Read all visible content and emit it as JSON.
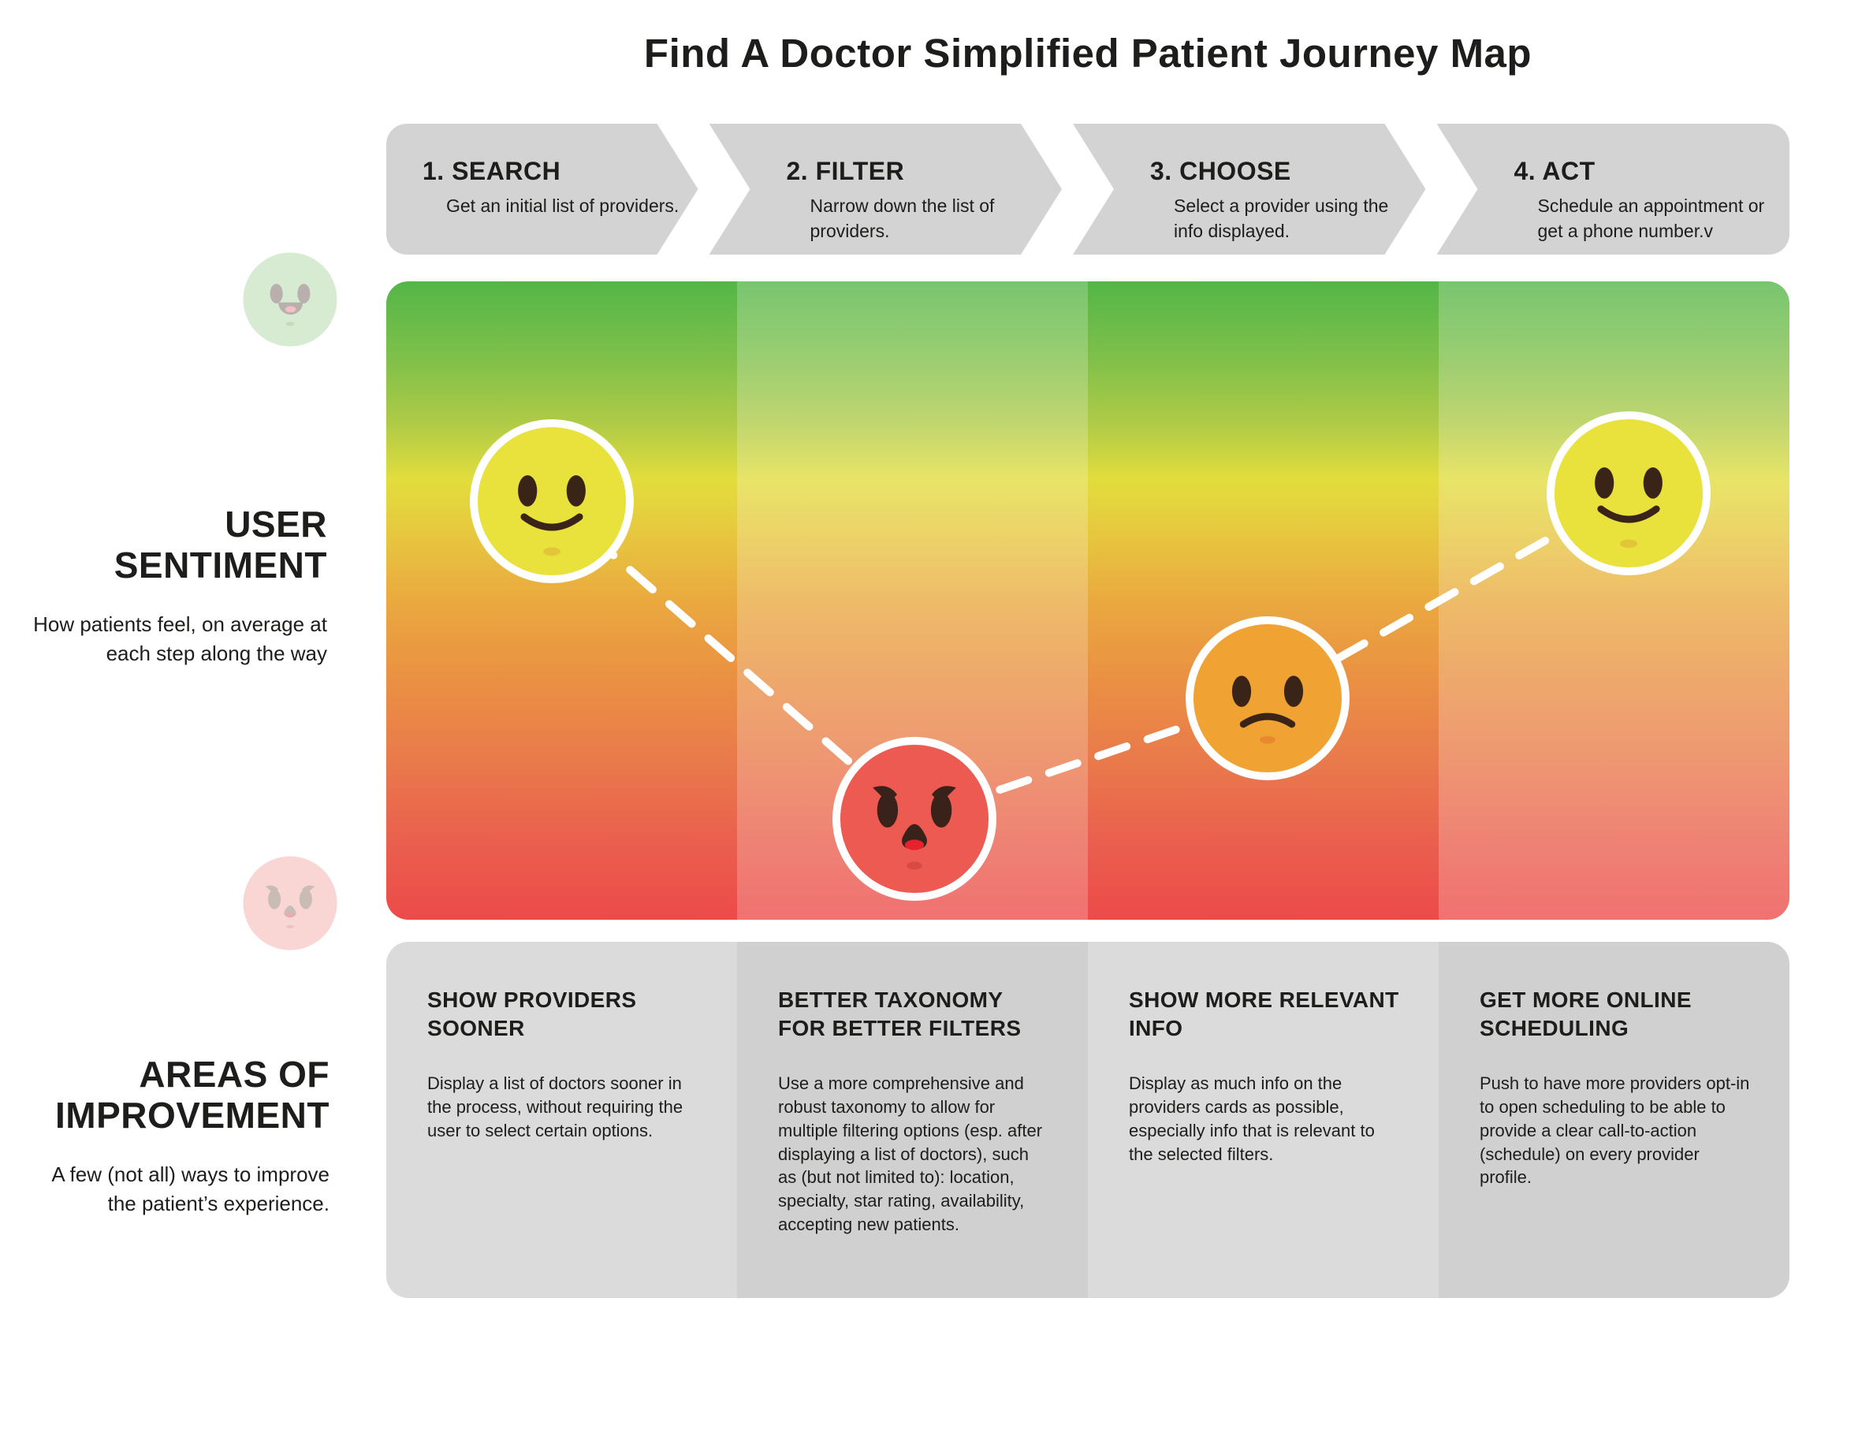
{
  "title": "Find A Doctor Simplified Patient Journey Map",
  "steps": [
    {
      "label": "1. SEARCH",
      "description": "Get an initial list of providers."
    },
    {
      "label": "2. FILTER",
      "description": "Narrow down the list of providers."
    },
    {
      "label": "3. CHOOSE",
      "description": "Select a provider using the info displayed."
    },
    {
      "label": "4. ACT",
      "description": "Schedule an appointment or get a phone number.v"
    }
  ],
  "sentiment": {
    "heading": "USER SENTIMENT",
    "subheading": "How patients feel, on average at each step along the way",
    "scale_top_icon": "happy-face",
    "scale_bottom_icon": "angry-face",
    "curve": [
      {
        "step": "1. SEARCH",
        "mood": "happy",
        "face_color": "#e9e13c"
      },
      {
        "step": "2. FILTER",
        "mood": "angry",
        "face_color": "#ec5a52"
      },
      {
        "step": "3. CHOOSE",
        "mood": "unhappy",
        "face_color": "#f0a233"
      },
      {
        "step": "4. ACT",
        "mood": "happy",
        "face_color": "#e9e13c"
      }
    ]
  },
  "improvement": {
    "heading": "AREAS OF IMPROVEMENT",
    "subheading": "A few (not all) ways to improve the patient’s experience.",
    "items": [
      {
        "title": "SHOW PROVIDERS SOONER",
        "body": "Display a list of doctors sooner in the process, without requiring the user to select certain options."
      },
      {
        "title": "BETTER TAXONOMY FOR BETTER FILTERS",
        "body": "Use a more comprehensive and robust taxonomy to allow for multiple filtering options (esp. after displaying a list of doctors), such as (but not limited to): location, specialty, star rating, availability, accepting new patients."
      },
      {
        "title": "SHOW MORE RELEVANT INFO",
        "body": "Display as much info on the providers cards as possible, especially info that is relevant to the selected filters."
      },
      {
        "title": "GET MORE ONLINE SCHEDULING",
        "body": "Push to have more providers opt-in to open scheduling to be able to provide a clear call-to-action (schedule) on every provider profile."
      }
    ]
  },
  "colors": {
    "step_band": "#d3d3d3",
    "improvement_block_light": "#dbdbdb",
    "improvement_block_dark": "#d0d0d0",
    "gradient_top": "#53b648",
    "gradient_yellow": "#e2dd3d",
    "gradient_orange": "#eaa93f",
    "gradient_bottom": "#ed4a49",
    "dashed_line": "#ffffff",
    "legend_happy": "#d6ebd1",
    "legend_angry": "#f9d5d3"
  }
}
